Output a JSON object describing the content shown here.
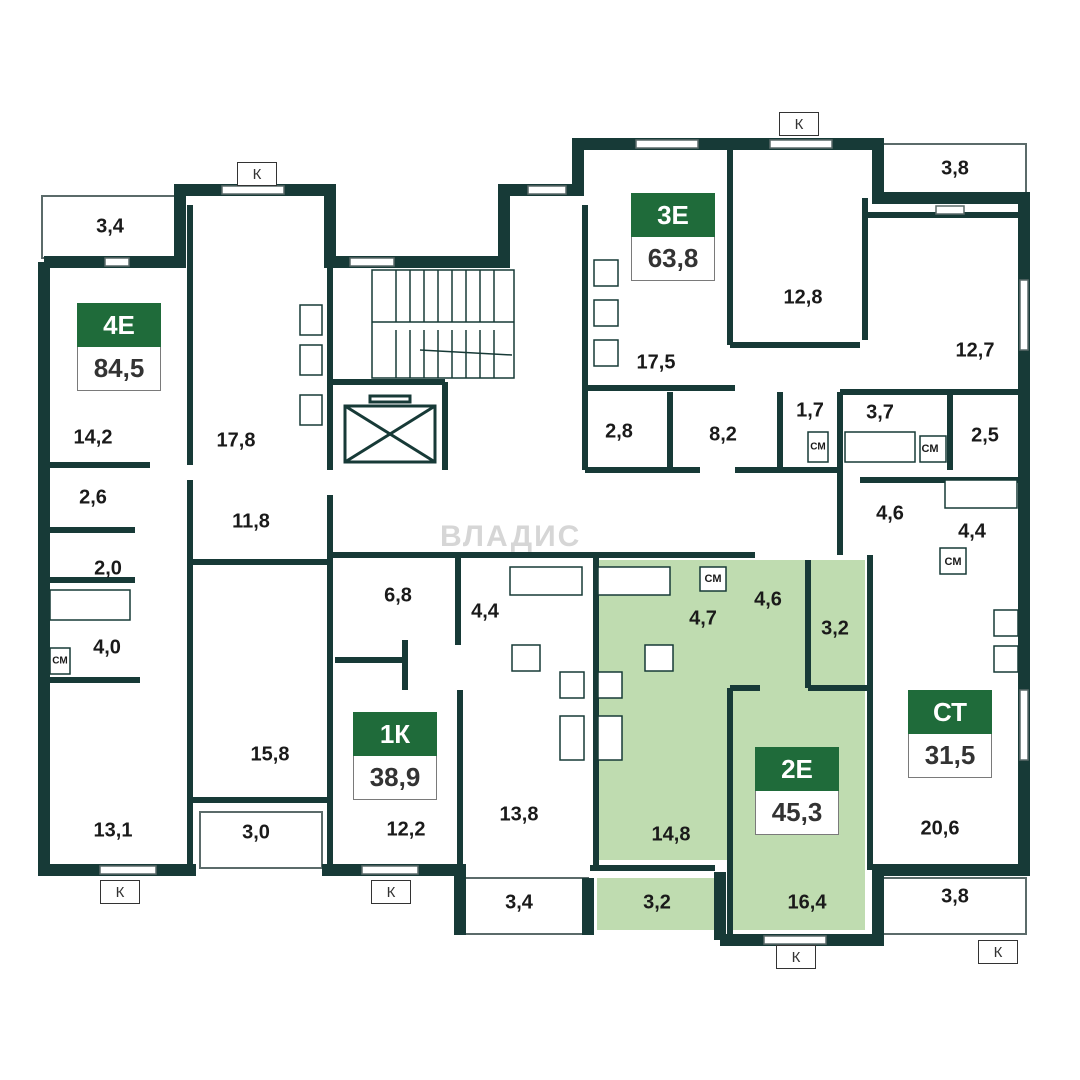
{
  "colors": {
    "wall": "#173a37",
    "accent": "#1f6b3a",
    "highlight": "#bfdcb0",
    "background": "#ffffff"
  },
  "watermark": "ВЛАДИС",
  "balcony_label": "К",
  "apartments": [
    {
      "name": "4Е",
      "total": "84,5"
    },
    {
      "name": "3Е",
      "total": "63,8"
    },
    {
      "name": "1К",
      "total": "38,9"
    },
    {
      "name": "2Е",
      "total": "45,3",
      "highlighted": true
    },
    {
      "name": "СТ",
      "total": "31,5"
    }
  ],
  "room_areas": [
    "3,4",
    "14,2",
    "17,8",
    "2,6",
    "11,8",
    "2,0",
    "4,0",
    "15,8",
    "13,1",
    "3,0",
    "17,5",
    "12,8",
    "3,8",
    "12,7",
    "2,8",
    "8,2",
    "1,7",
    "3,7",
    "2,5",
    "4,6",
    "4,4",
    "6,8",
    "4,4",
    "4,7",
    "4,6",
    "3,2",
    "12,2",
    "13,8",
    "14,8",
    "16,4",
    "20,6",
    "3,4",
    "3,2",
    "3,8"
  ],
  "appliance_labels": [
    "СМ",
    "СМ",
    "СМ",
    "СМ",
    "СМ"
  ]
}
